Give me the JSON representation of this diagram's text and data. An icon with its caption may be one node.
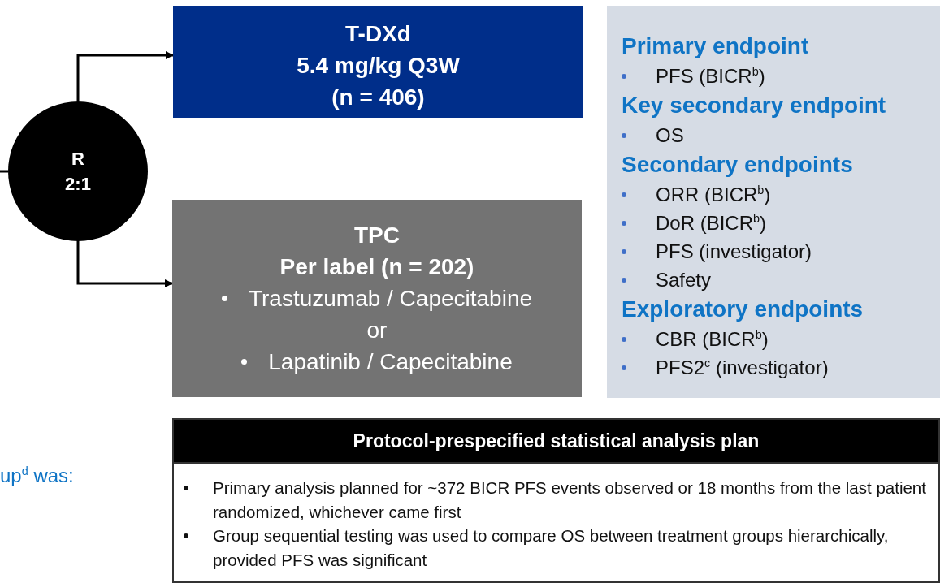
{
  "diagram": {
    "nodes": [
      {
        "text": [
          "R 2:1"
        ]
      },
      {
        "text": [
          "T-DXd",
          "5.4 mg/kg Q3W",
          "(n = 406)"
        ]
      },
      {
        "text": [
          "TPC",
          "Per label (n = 202)",
          "Trastuzumab / Capecitabine",
          "or",
          "Lapatinib / Capecitabine"
        ]
      },
      {
        "text": [
          "Primary endpoint",
          "PFS (BICR$^{b}$)",
          "Key secondary endpoint",
          "OS",
          "Secondary endpoints",
          "ORR (BICR$^{b}$)",
          "DoR (BICR$^{b}$)",
          "PFS (investigator)",
          "Safety",
          "Exploratory endpoints",
          "CBR (BICR$^{b}$)",
          "PFS2$^{c}$ (investigator)"
        ]
      },
      {
        "text": [
          "Protocol-prespecified statistical analysis plan",
          "Primary analysis planned for ~372 BICR PFS events observed or 18 months from the last patient randomized, whichever came first",
          "Group sequential testing was used to compare OS between treatment groups hierarchically, provided PFS was significant"
        ]
      }
    ],
    "edges": [
      {
        "from": null,
        "to": 0,
        "arrow": "none"
      },
      {
        "from": 0,
        "to": 1,
        "arrow": "to"
      },
      {
        "from": 0,
        "to": 2,
        "arrow": "to"
      }
    ],
    "labels": [
      "up$^{d}$ was:"
    ]
  }
}
